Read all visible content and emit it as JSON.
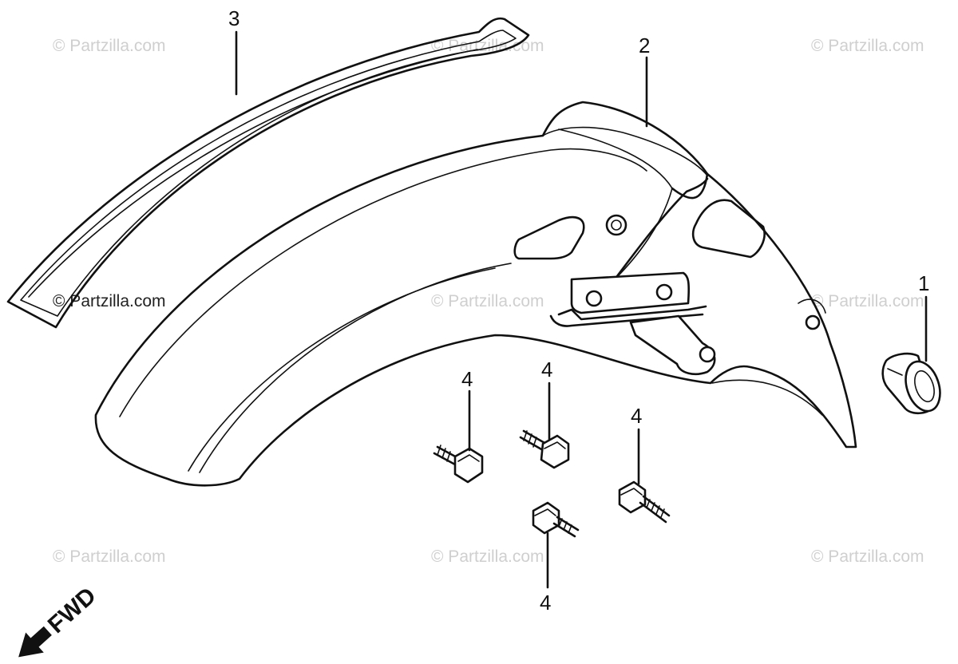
{
  "watermark": {
    "text": "© Partzilla.com"
  },
  "direction_marker": {
    "label": "FWD"
  },
  "callouts": [
    {
      "number": "1"
    },
    {
      "number": "2"
    },
    {
      "number": "3"
    },
    {
      "number": "4"
    },
    {
      "number": "4"
    },
    {
      "number": "4"
    },
    {
      "number": "4"
    }
  ],
  "colors": {
    "line": "#111111",
    "watermark": "#cfcfcf",
    "background": "#ffffff"
  }
}
